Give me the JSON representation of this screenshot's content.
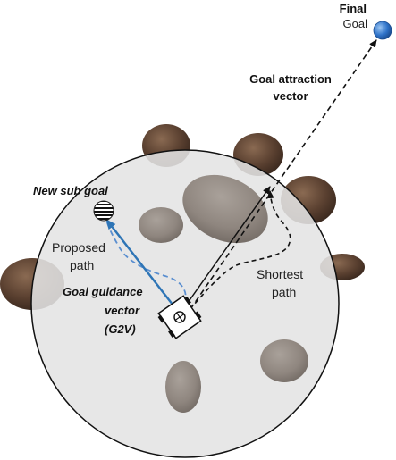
{
  "labels": {
    "final": "Final",
    "goal": "Goal",
    "goal_attraction_1": "Goal attraction",
    "goal_attraction_2": "vector",
    "new_sub_goal": "New sub goal",
    "proposed_1": "Proposed",
    "proposed_2": "path",
    "shortest_1": "Shortest",
    "shortest_2": "path",
    "g2v_1": "Goal guidance",
    "g2v_2": "vector",
    "g2v_3": "(G2V)"
  },
  "colors": {
    "sensing_area": "#e4e4e4",
    "outline": "#111111",
    "guidance_vector": "#2e75b6",
    "proposed_path": "#5b8fd0",
    "goal_marker": "#2f73c9",
    "rock_grey": "#8f867f",
    "rock_brown": "#5a4030"
  },
  "icons": [
    "final-goal-marker",
    "sub-goal-marker",
    "robot-icon",
    "rock-obstacle"
  ]
}
